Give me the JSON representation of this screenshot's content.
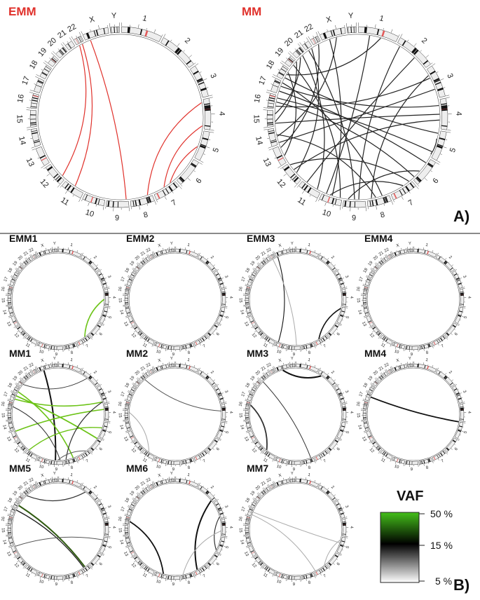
{
  "panel_a": {
    "label": "A)",
    "plots": [
      {
        "title": "EMM",
        "title_color": "#e0312b",
        "link_color": "#e0312b",
        "links": [
          [
            21.3,
            11.2
          ],
          [
            21.7,
            10.5
          ],
          [
            22.2,
            8.1
          ],
          [
            3.1,
            7.2
          ],
          [
            3.9,
            6.5
          ],
          [
            4.6,
            6.2
          ]
        ]
      },
      {
        "title": "MM",
        "title_color": "#111111",
        "link_color": "#222222",
        "links": [
          [
            1.1,
            8.3
          ],
          [
            1.6,
            10.8
          ],
          [
            2.3,
            15.2
          ],
          [
            2.7,
            13.1
          ],
          [
            2.2,
            7.8
          ],
          [
            3.2,
            16.6
          ],
          [
            3.5,
            14.2
          ],
          [
            3.7,
            11.6
          ],
          [
            4.1,
            17.2
          ],
          [
            4.3,
            4.9
          ],
          [
            4.8,
            15.8
          ],
          [
            5.2,
            16.2
          ],
          [
            5.6,
            8.8
          ],
          [
            6.1,
            11.9
          ],
          [
            6.4,
            9.6
          ],
          [
            7.3,
            16.9
          ],
          [
            7.6,
            13.6
          ],
          [
            8.5,
            20.3
          ],
          [
            9.1,
            18.4
          ],
          [
            9.5,
            22.3
          ],
          [
            10.2,
            19.6
          ],
          [
            11.4,
            20.8
          ],
          [
            12.4,
            17.7
          ],
          [
            12.9,
            21.6
          ],
          [
            13.5,
            22.6
          ],
          [
            14.3,
            18.9
          ],
          [
            14.8,
            19.3
          ],
          [
            5.9,
            15.5
          ],
          [
            0.6,
            17.5
          ],
          [
            0.3,
            9.8
          ]
        ]
      }
    ]
  },
  "panel_b": {
    "label": "B)",
    "plots": [
      {
        "title": "EMM1",
        "title_color": "#e0312b",
        "links": [
          [
            3.6,
            6.3,
            "#6cc317",
            1.6
          ]
        ]
      },
      {
        "title": "EMM2",
        "title_color": "#e0312b",
        "links": []
      },
      {
        "title": "EMM3",
        "title_color": "#e0312b",
        "links": [
          [
            22.1,
            9.8,
            "#111111",
            1.1
          ],
          [
            21.3,
            8.3,
            "#aaaaaa",
            1.0
          ],
          [
            4.1,
            6.6,
            "#111111",
            1.6
          ]
        ]
      },
      {
        "title": "EMM4",
        "title_color": "#e0312b",
        "links": []
      },
      {
        "title": "MM1",
        "title_color": "#111111",
        "links": [
          [
            22.4,
            8.6,
            "#111111",
            2.0
          ],
          [
            16.8,
            5.1,
            "#6cc317",
            1.8
          ],
          [
            17.3,
            7.2,
            "#6cc317",
            1.6
          ],
          [
            16.3,
            2.9,
            "#6cc317",
            1.5
          ],
          [
            3.3,
            12.9,
            "#6cc317",
            1.6
          ],
          [
            4.4,
            10.9,
            "#6cc317",
            1.4
          ],
          [
            2.9,
            7.8,
            "#333333",
            1.2
          ],
          [
            1.4,
            18.6,
            "#333333",
            1.0
          ],
          [
            15.4,
            8.2,
            "#333333",
            1.0
          ],
          [
            6.2,
            8.4,
            "#555555",
            1.0
          ]
        ]
      },
      {
        "title": "MM2",
        "title_color": "#111111",
        "links": [
          [
            19.7,
            3.4,
            "#555555",
            1.0
          ],
          [
            14.8,
            10.6,
            "#aaaaaa",
            1.0
          ]
        ]
      },
      {
        "title": "MM3",
        "title_color": "#111111",
        "links": [
          [
            22.5,
            1.2,
            "#111111",
            2.0
          ],
          [
            19.1,
            7.2,
            "#333333",
            1.0
          ],
          [
            15.6,
            10.9,
            "#333333",
            1.8
          ]
        ]
      },
      {
        "title": "MM4",
        "title_color": "#111111",
        "links": [
          [
            16.6,
            4.0,
            "#111111",
            1.8
          ]
        ]
      },
      {
        "title": "MM5",
        "title_color": "#111111",
        "links": [
          [
            19.4,
            1.3,
            "#333333",
            1.2
          ],
          [
            17.5,
            6.3,
            "#2f5a10",
            2.0
          ],
          [
            16.9,
            6.4,
            "#222222",
            1.3
          ],
          [
            4.2,
            12.9,
            "#555555",
            1.0
          ]
        ]
      },
      {
        "title": "MM6",
        "title_color": "#111111",
        "links": [
          [
            1.9,
            6.7,
            "#111111",
            2.0
          ],
          [
            15.4,
            9.3,
            "#111111",
            1.8
          ],
          [
            2.9,
            4.9,
            "#333333",
            1.2
          ],
          [
            3.7,
            7.8,
            "#aaaaaa",
            1.0
          ],
          [
            4.1,
            4.4,
            "#aaaaaa",
            1.0
          ]
        ]
      },
      {
        "title": "MM7",
        "title_color": "#111111",
        "links": [
          [
            16.6,
            4.4,
            "#aaaaaa",
            1.0
          ],
          [
            16.2,
            6.9,
            "#aaaaaa",
            1.0
          ],
          [
            4.2,
            6.1,
            "#aaaaaa",
            1.0
          ]
        ]
      }
    ]
  },
  "chromosomes": [
    "1",
    "2",
    "3",
    "4",
    "5",
    "6",
    "7",
    "8",
    "9",
    "10",
    "11",
    "12",
    "13",
    "14",
    "15",
    "16",
    "17",
    "18",
    "19",
    "20",
    "21",
    "22",
    "X",
    "Y"
  ],
  "chrom_sizes": [
    248,
    242,
    198,
    190,
    181,
    171,
    159,
    145,
    138,
    134,
    135,
    133,
    114,
    107,
    102,
    90,
    83,
    80,
    59,
    64,
    47,
    51,
    156,
    57
  ],
  "vaf_legend": {
    "title": "VAF",
    "ticks": [
      "50 %",
      "15 %",
      "5 %"
    ],
    "colors": {
      "high": "#44c01a",
      "mid": "#000000",
      "low": "#ffffff"
    }
  },
  "colors": {
    "divider": "#444444",
    "ideogram_stroke": "#333333",
    "ideogram_fill": "#eeeeee",
    "band_dark": "#111111",
    "band_red": "#e35a5a"
  }
}
